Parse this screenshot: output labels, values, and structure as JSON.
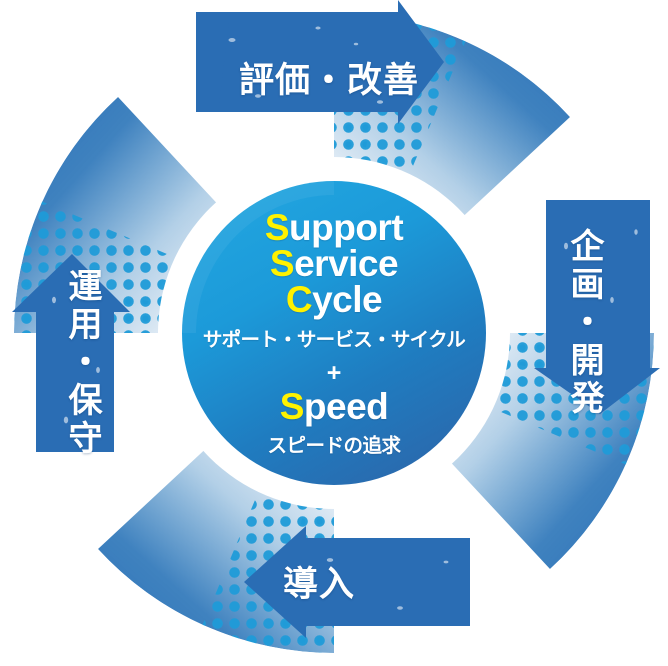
{
  "diagram": {
    "title": "Support Service Cycle + Speed",
    "type": "cyclical-process-diagram",
    "background_color": "#ffffff"
  },
  "center": {
    "lines": [
      {
        "cap": "S",
        "rest": "upport"
      },
      {
        "cap": "S",
        "rest": "ervice"
      },
      {
        "cap": "C",
        "rest": "ycle"
      }
    ],
    "subtitle": "サポート・サービス・サイクル",
    "plus": "+",
    "speed": {
      "cap": "S",
      "rest": "peed"
    },
    "speed_subtitle": "スピードの追求",
    "gradient_from": "#1aa3dd",
    "gradient_to": "#1e6db5",
    "accent_color": "#fff200",
    "text_color": "#ffffff"
  },
  "steps": [
    {
      "id": "evaluate",
      "label": "評価・改善",
      "position": "top",
      "orientation": "horizontal",
      "direction": "clockwise",
      "arrow_color": "#2a6db4",
      "band_color": "#1f93d1"
    },
    {
      "id": "planning",
      "label": "企画・開発",
      "position": "right",
      "orientation": "vertical",
      "direction": "clockwise",
      "arrow_color": "#2a6db4",
      "band_color": "#1f93d1"
    },
    {
      "id": "implement",
      "label": "導入",
      "position": "bottom",
      "orientation": "horizontal",
      "direction": "clockwise",
      "arrow_color": "#2a6db4",
      "band_color": "#1f93d1"
    },
    {
      "id": "operate",
      "label": "運用・保守",
      "position": "left",
      "orientation": "vertical",
      "direction": "clockwise",
      "arrow_color": "#2a6db4",
      "band_color": "#1f93d1"
    }
  ],
  "palette": {
    "halftone_dot": "#1f9bd8",
    "arrow_head": "#2a6db4",
    "band_solid": "#2a74b8",
    "white": "#ffffff",
    "yellow": "#fff200"
  }
}
